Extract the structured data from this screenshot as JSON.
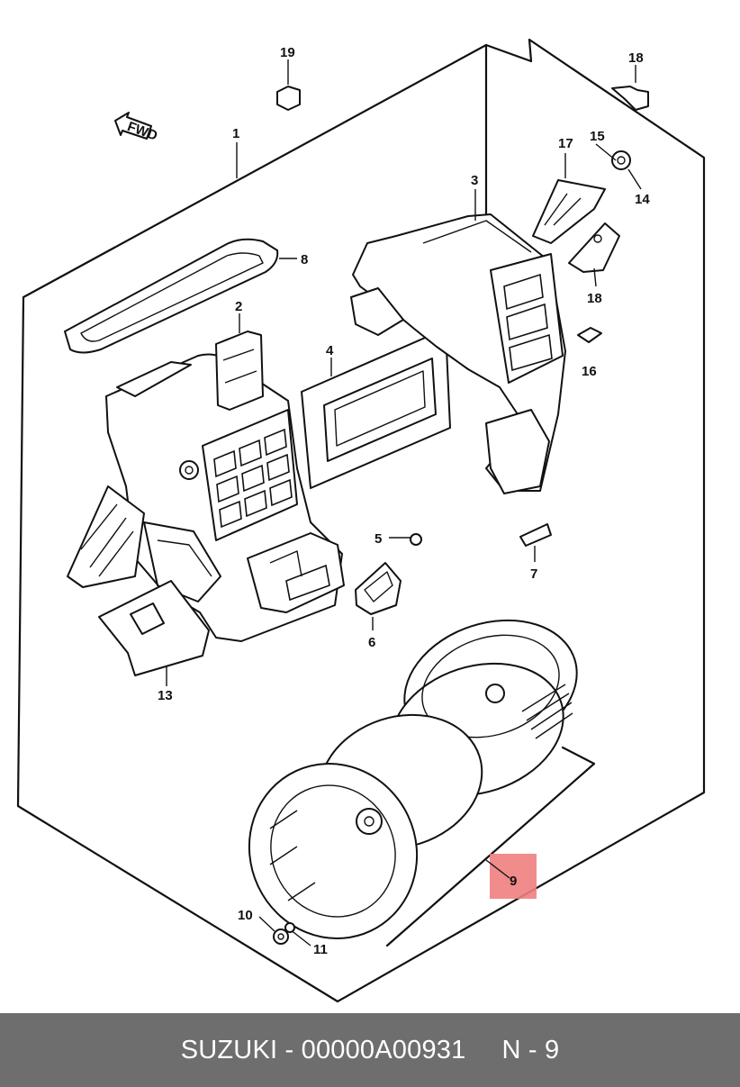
{
  "diagram": {
    "fwd_label": "FWD",
    "callouts": {
      "c1": "1",
      "c2": "2",
      "c3": "3",
      "c4": "4",
      "c5": "5",
      "c6": "6",
      "c7": "7",
      "c8": "8",
      "c9": "9",
      "c10": "10",
      "c11": "11",
      "c13": "13",
      "c14": "14",
      "c15": "15",
      "c16": "16",
      "c17": "17",
      "c18a": "18",
      "c18b": "18",
      "c19": "19"
    },
    "highlight_color": "#f08080"
  },
  "footer": {
    "part_label": "SUZUKI - 00000A00931",
    "ref_label": "N - 9"
  }
}
